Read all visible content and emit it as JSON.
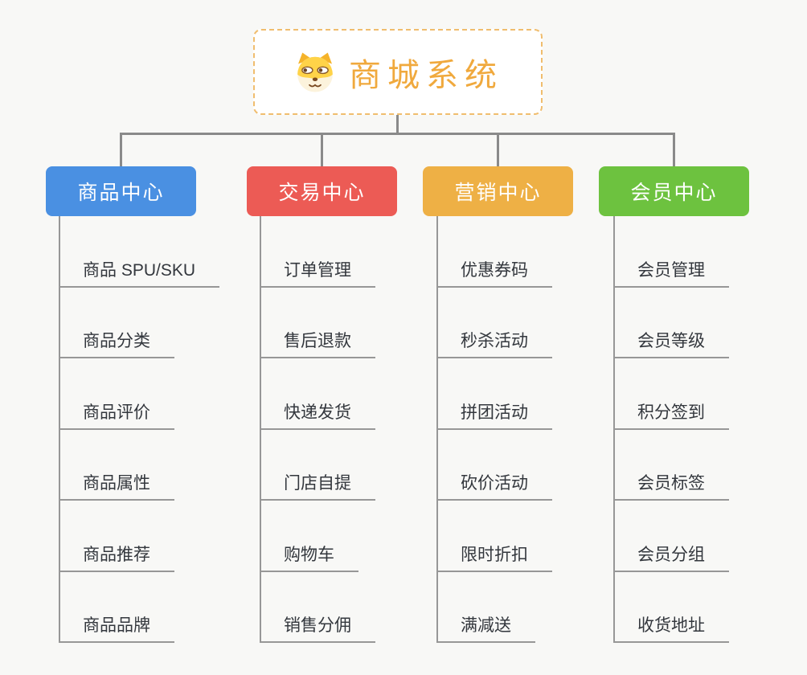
{
  "root": {
    "title": "商城系统",
    "icon": "dog-icon",
    "title_color": "#f0a93d",
    "border_color": "#f0bd6e"
  },
  "branches": [
    {
      "label": "商品中心",
      "color": "#4a90e2",
      "items": [
        "商品 SPU/SKU",
        "商品分类",
        "商品评价",
        "商品属性",
        "商品推荐",
        "商品品牌"
      ]
    },
    {
      "label": "交易中心",
      "color": "#ec5b55",
      "items": [
        "订单管理",
        "售后退款",
        "快递发货",
        "门店自提",
        "购物车",
        "销售分佣"
      ]
    },
    {
      "label": "营销中心",
      "color": "#eeb045",
      "items": [
        "优惠券码",
        "秒杀活动",
        "拼团活动",
        "砍价活动",
        "限时折扣",
        "满减送"
      ]
    },
    {
      "label": "会员中心",
      "color": "#6dc23f",
      "items": [
        "会员管理",
        "会员等级",
        "积分签到",
        "会员标签",
        "会员分组",
        "收货地址"
      ]
    }
  ],
  "colors": {
    "background": "#f8f8f6",
    "connector_line": "#8a8a8a",
    "leaf_line": "#979797",
    "leaf_text": "#33373d"
  }
}
